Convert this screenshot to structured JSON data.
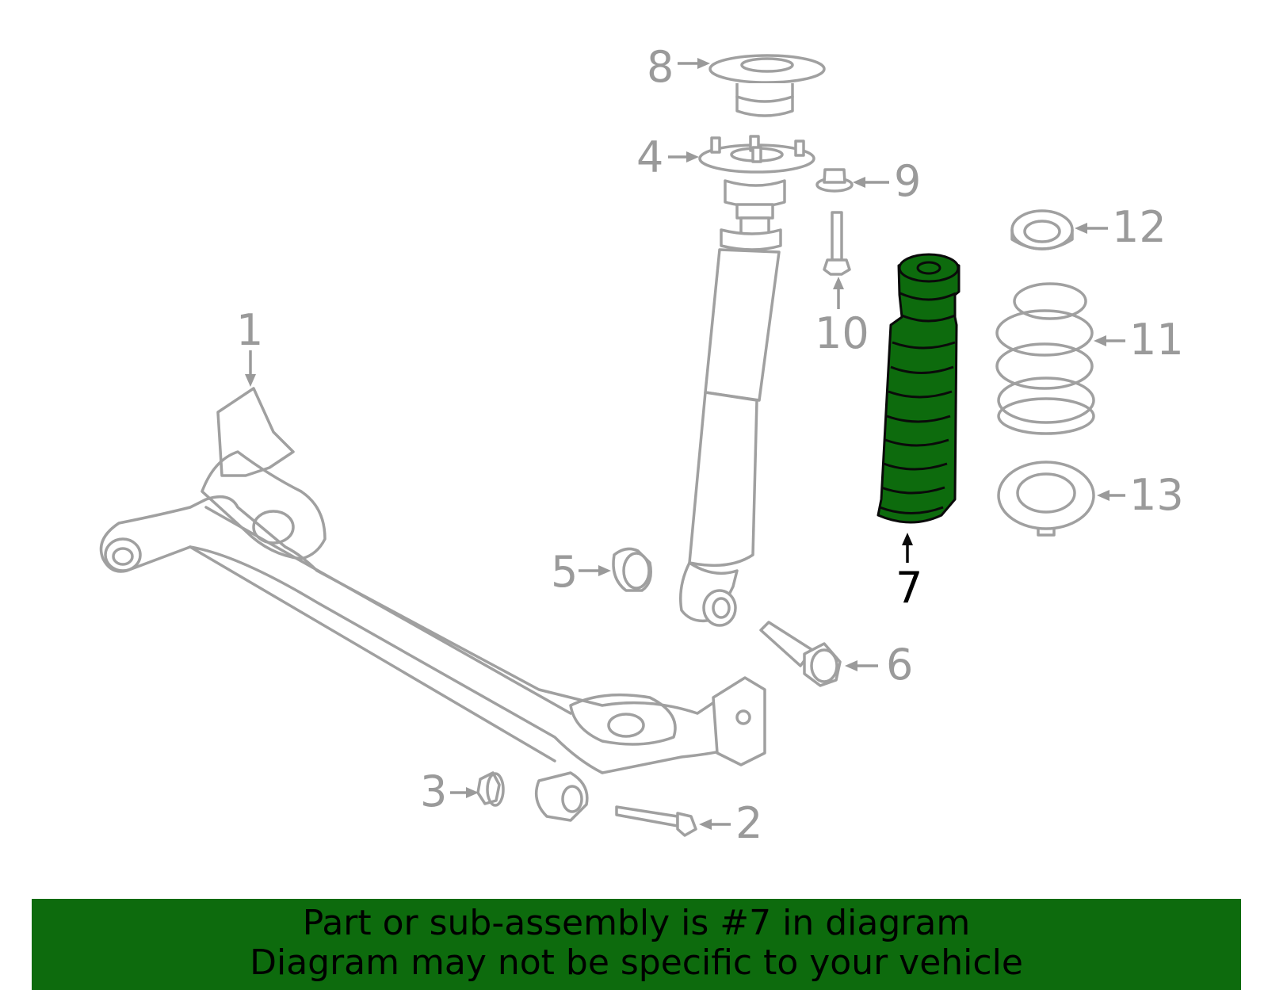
{
  "callouts": [
    {
      "id": "1",
      "label": "1"
    },
    {
      "id": "2",
      "label": "2"
    },
    {
      "id": "3",
      "label": "3"
    },
    {
      "id": "4",
      "label": "4"
    },
    {
      "id": "5",
      "label": "5"
    },
    {
      "id": "6",
      "label": "6"
    },
    {
      "id": "7",
      "label": "7"
    },
    {
      "id": "8",
      "label": "8"
    },
    {
      "id": "9",
      "label": "9"
    },
    {
      "id": "10",
      "label": "10"
    },
    {
      "id": "11",
      "label": "11"
    },
    {
      "id": "12",
      "label": "12"
    },
    {
      "id": "13",
      "label": "13"
    }
  ],
  "highlighted_part": "7",
  "colors": {
    "highlight": "#0d6b0d",
    "outline": "#a0a0a0",
    "label": "#9a9a9a",
    "active_label": "#000000",
    "banner": "#0d6b0d"
  },
  "banner": {
    "line1": "Part or sub-assembly is #7 in diagram",
    "line2": "Diagram may not be specific to your vehicle"
  }
}
